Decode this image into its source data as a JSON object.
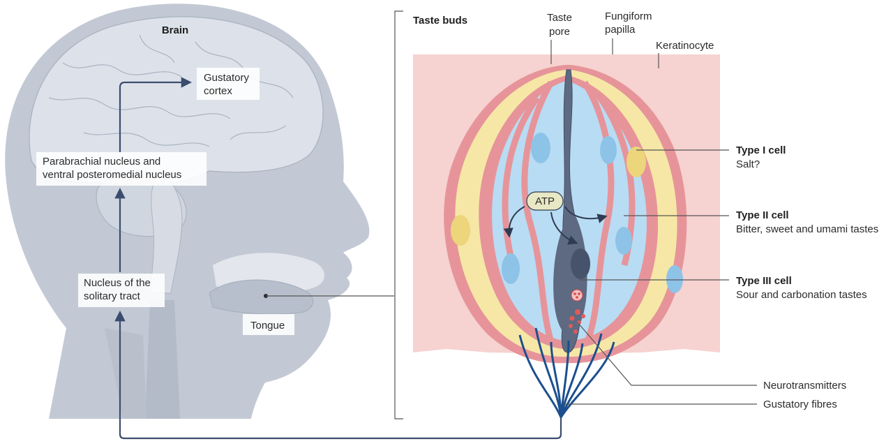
{
  "head": {
    "brain_label": "Brain",
    "gustatory_cortex": [
      "Gustatory",
      "cortex"
    ],
    "parabrachial": [
      "Parabrachial nucleus and",
      "ventral posteromedial nucleus"
    ],
    "solitary_tract": [
      "Nucleus of the",
      "solitary tract"
    ],
    "tongue": "Tongue"
  },
  "taste_bud": {
    "title": "Taste buds",
    "taste_pore": [
      "Taste",
      "pore"
    ],
    "fungiform_papilla": [
      "Fungiform",
      "papilla"
    ],
    "keratinocyte": "Keratinocyte",
    "atp": "ATP"
  },
  "cells": [
    {
      "name": "Type I cell",
      "desc": "Salt?"
    },
    {
      "name": "Type II cell",
      "desc": "Bitter, sweet and umami tastes"
    },
    {
      "name": "Type III cell",
      "desc": "Sour and carbonation tastes"
    }
  ],
  "bottom_labels": {
    "neurotransmitters": "Neurotransmitters",
    "gustatory_fibres": "Gustatory fibres"
  },
  "colors": {
    "skin": "#c3c9d4",
    "brain": "#dde2ea",
    "tissue": "#f6d2d0",
    "type1": "#f6e7a6",
    "type2": "#b8dcf3",
    "type3": "#5d6a82",
    "sheath": "#e6949a",
    "nerve": "#1b4f8e",
    "pathway": "#3b4d6e"
  }
}
